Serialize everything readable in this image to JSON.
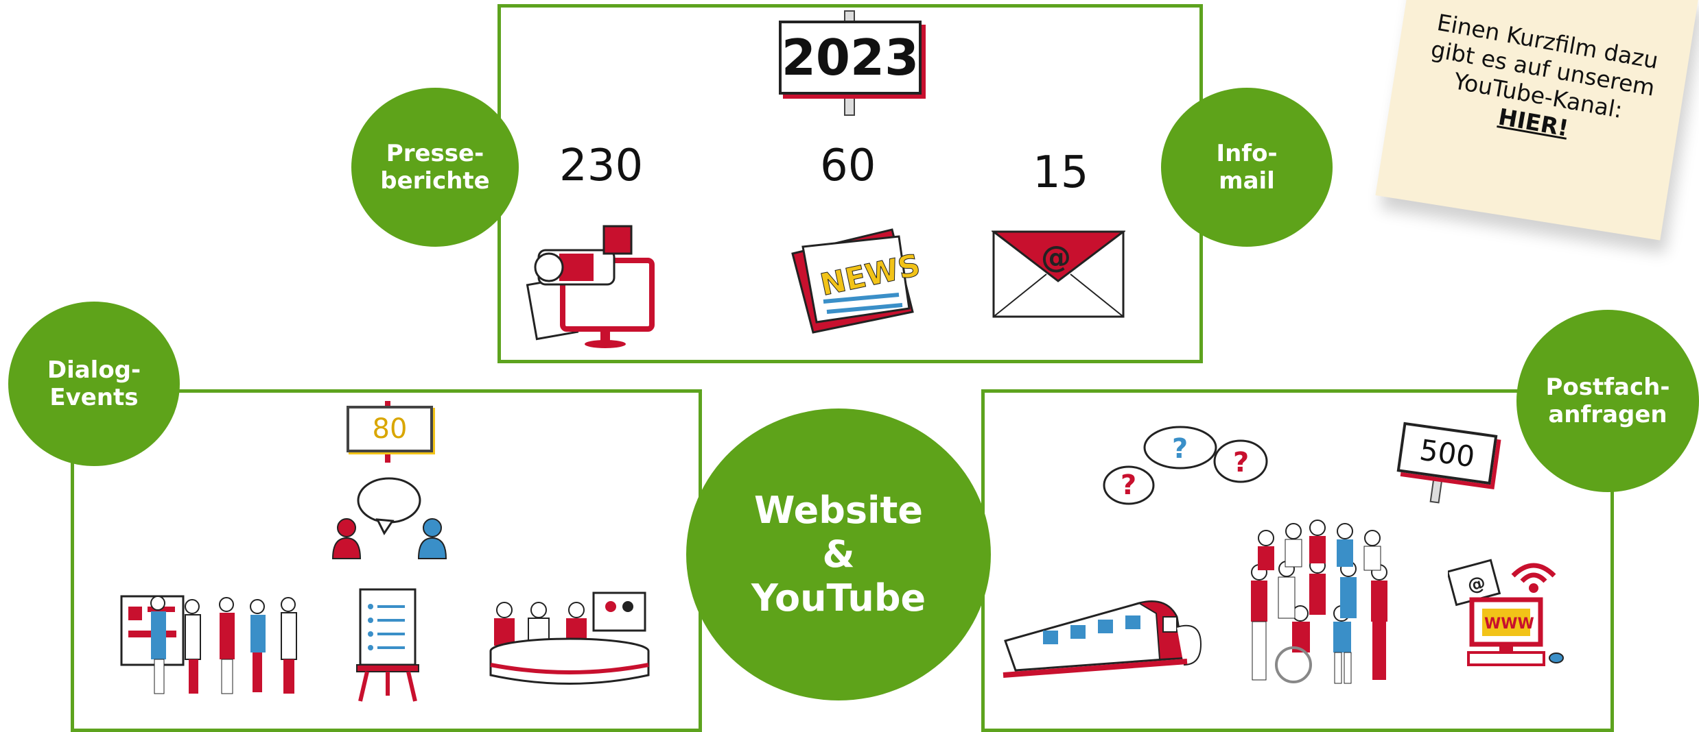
{
  "sticky_note": {
    "text": "Einen Kurzfilm dazu gibt es auf unserem YouTube-Kanal:",
    "link_label": "HIER!"
  },
  "center": {
    "label": "Website\n&\nYouTube"
  },
  "top_panel": {
    "year_sign": "2023",
    "left_circle": "Presse-\nberichte",
    "right_circle": "Info-\nmail",
    "counts": [
      "230",
      "60",
      "15"
    ],
    "news_icon_text": "NEWS",
    "mail_icon_text": "@"
  },
  "left_panel": {
    "circle": "Dialog-\nEvents",
    "count_sign": "80"
  },
  "right_panel": {
    "circle": "Postfach-\nanfragen",
    "count_sign": "500",
    "www_text": "WWW"
  },
  "colors": {
    "green": "#5ea31a",
    "red": "#c8102e",
    "blue": "#3a8fc8",
    "yellow": "#f2c318",
    "note": "#faf0d6"
  }
}
